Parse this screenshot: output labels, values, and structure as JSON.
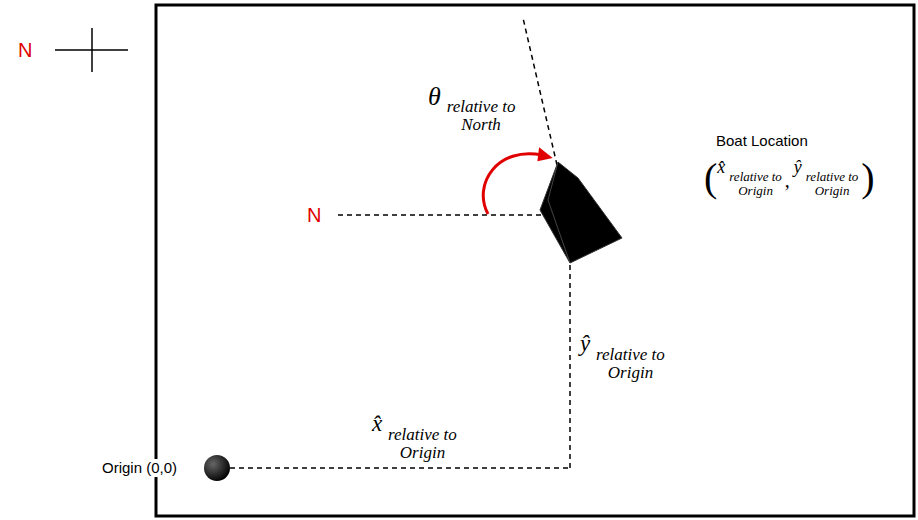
{
  "diagram": {
    "labels": [
      "N",
      "N",
      "θ",
      "relative to North",
      "Boat Location",
      "(",
      "x̂",
      "relative to Origin",
      ",",
      "ŷ",
      "relative to Origin",
      ")",
      "ŷ",
      "relative to Origin",
      "x̂",
      "relative to Origin",
      "Origin (0,0)"
    ]
  }
}
